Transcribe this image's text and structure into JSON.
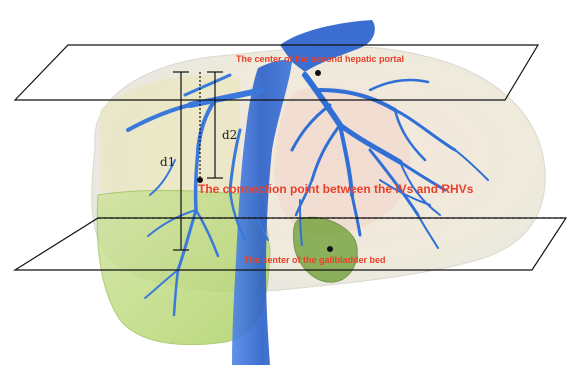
{
  "labels": {
    "second_hepatic_portal": "The center of the second hepatic portal",
    "connection_point": "The connection point between the IVs and RHVs",
    "gallbladder_bed": "The center of the gallbladder bed",
    "d1": "d1",
    "d2": "d2"
  },
  "colors": {
    "label_red": "#e8402a",
    "vessel_blue": "#2f6fd6",
    "liver_tint": "#efe8d2",
    "right_lobe_green": "#b6d86a",
    "gallbladder_green": "#6f9a3c",
    "plane_outline": "#111111"
  }
}
